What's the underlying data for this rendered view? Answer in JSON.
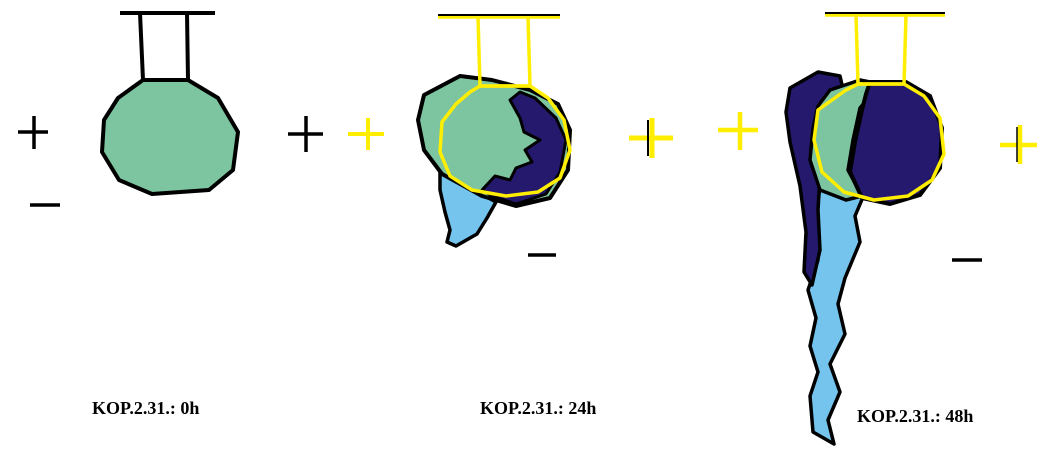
{
  "colors": {
    "outline": "#000000",
    "overlay": "#ffee00",
    "green": "#7dc5a0",
    "darkBlue": "#25196e",
    "lightBlue": "#74c4ee",
    "background": "#ffffff"
  },
  "panels": [
    {
      "caption": "KOP.2.31.: 0h"
    },
    {
      "caption": "KOP.2.31.: 24h"
    },
    {
      "caption": "KOP.2.31.: 48h"
    }
  ]
}
